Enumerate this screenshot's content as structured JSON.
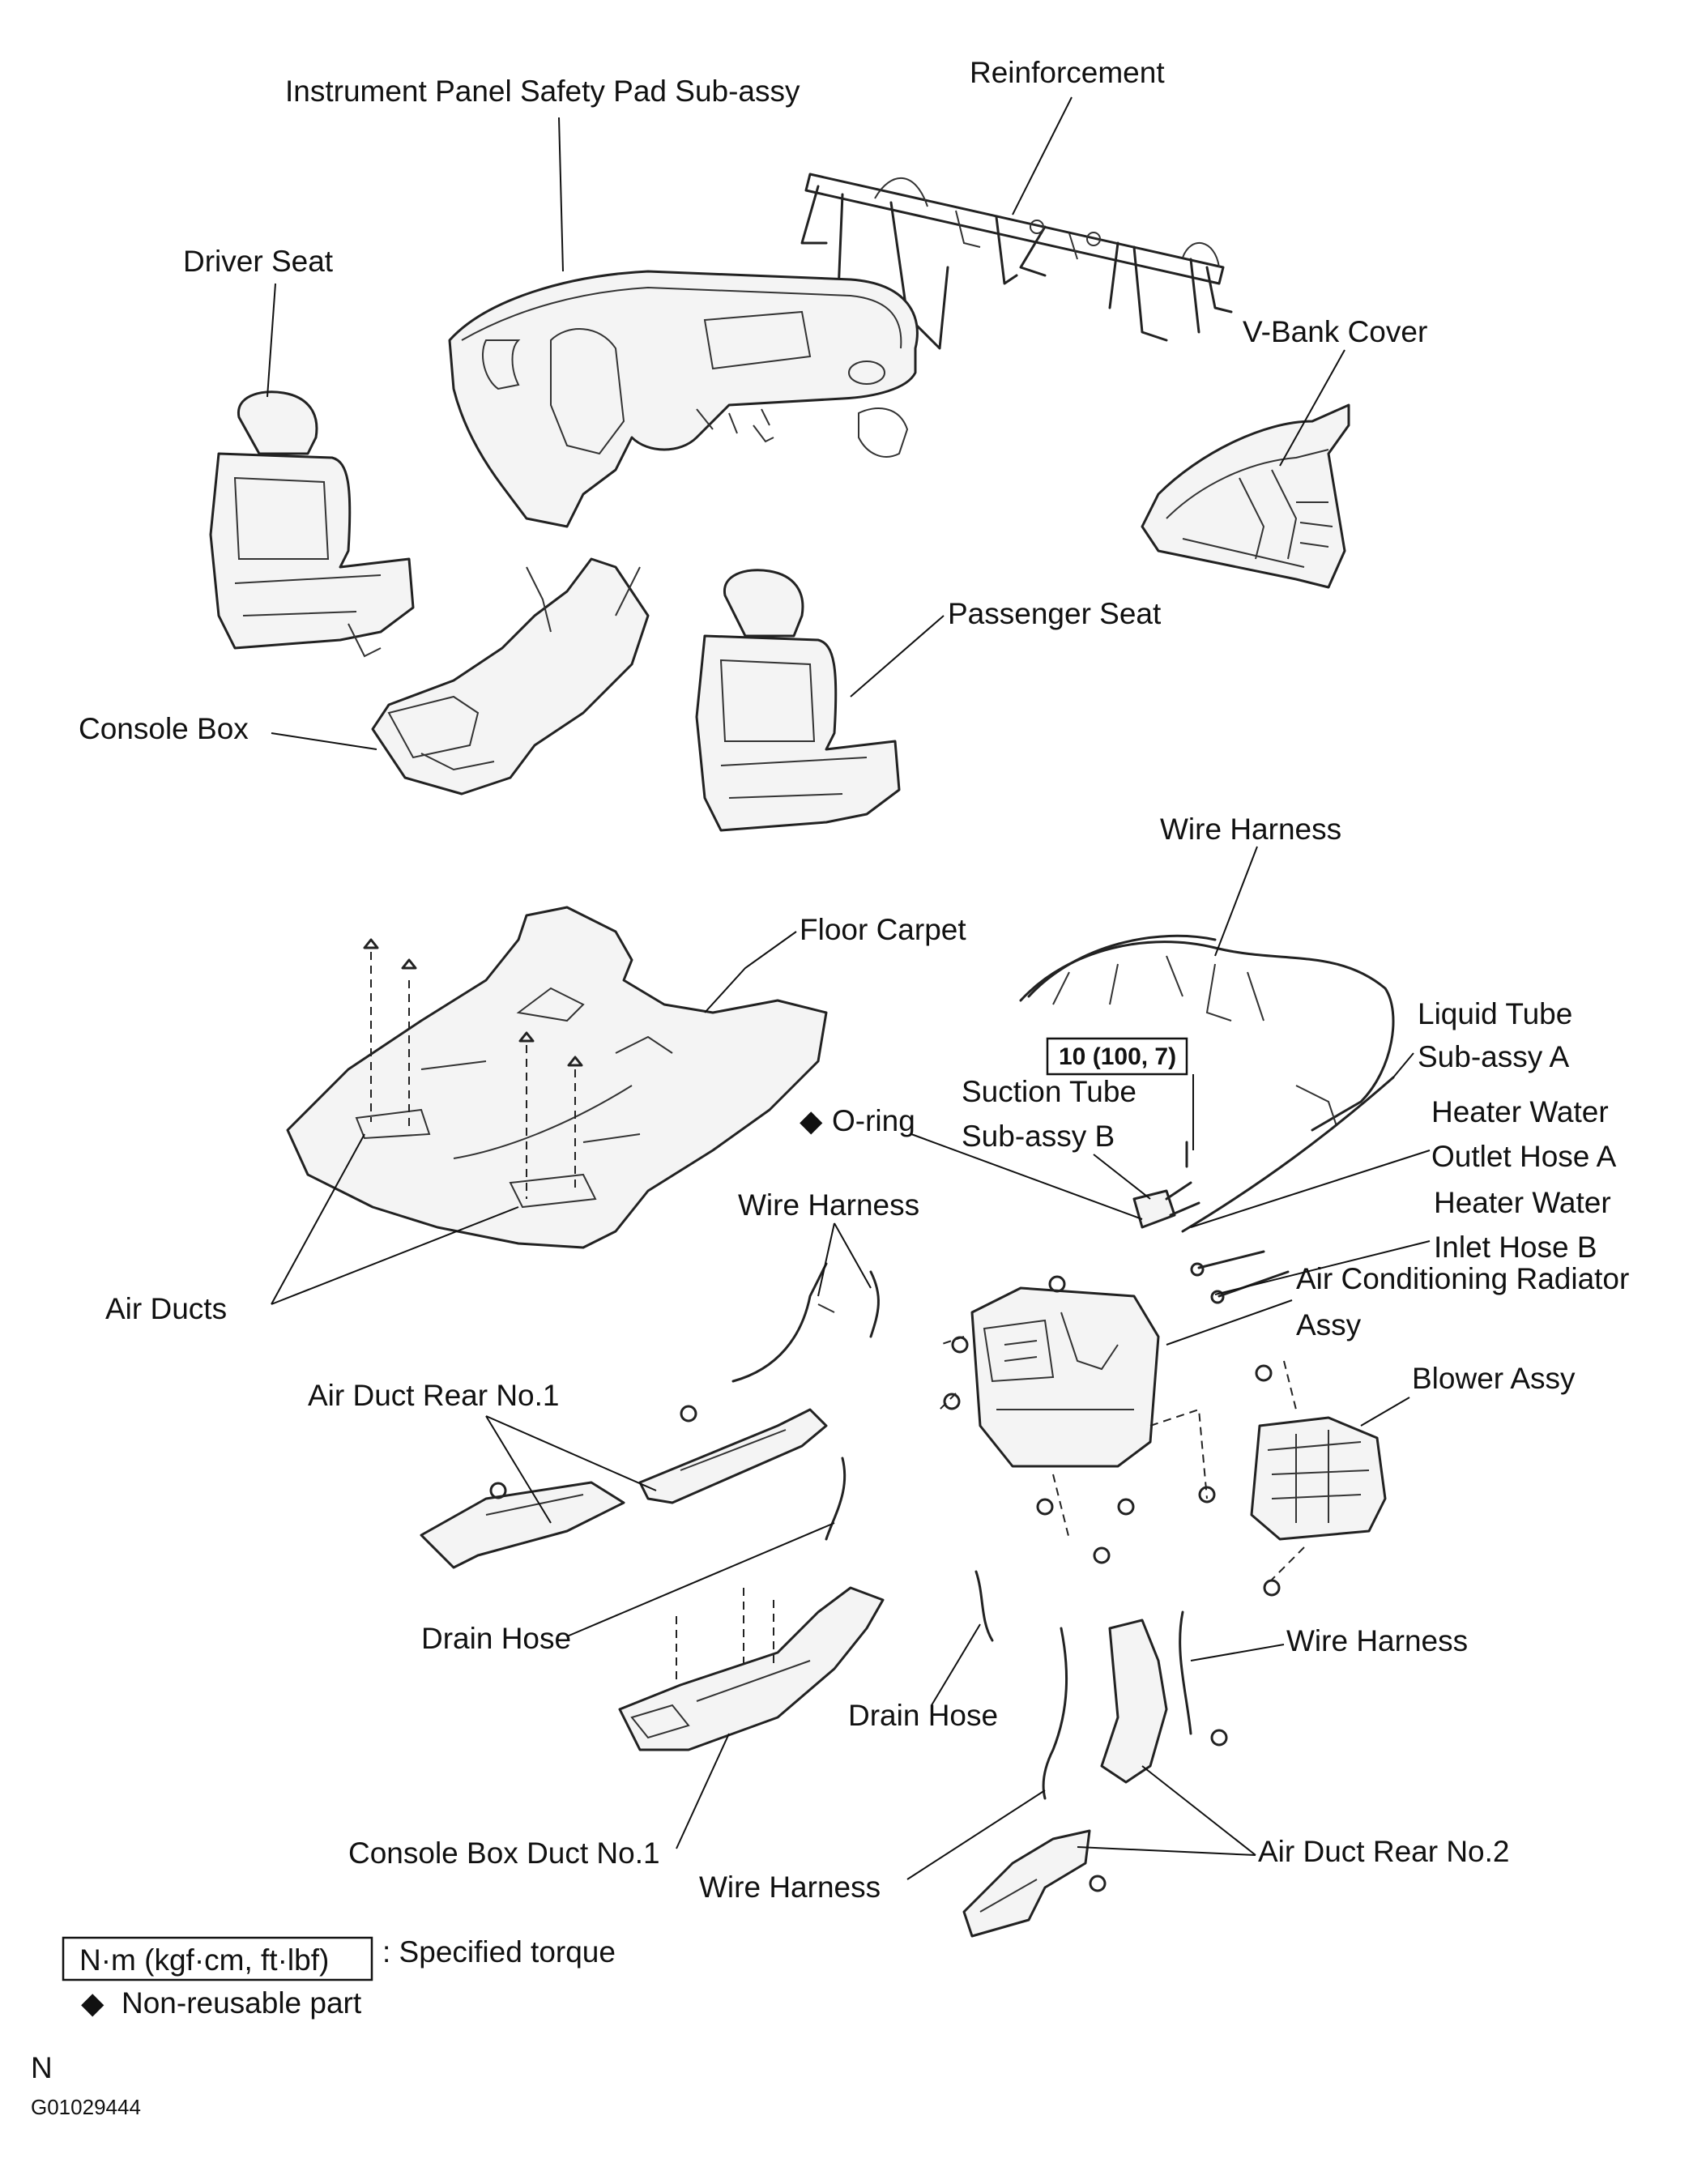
{
  "labels": {
    "safety_pad": "Instrument Panel Safety Pad Sub-assy",
    "reinforcement": "Reinforcement",
    "driver_seat": "Driver Seat",
    "v_bank_cover": "V-Bank Cover",
    "passenger_seat": "Passenger Seat",
    "console_box": "Console Box",
    "wire_harness_top": "Wire Harness",
    "floor_carpet": "Floor Carpet",
    "liquid_tube_1": "Liquid Tube",
    "liquid_tube_2": "Sub-assy A",
    "torque_value": "10 (100, 7)",
    "suction_tube_1": "Suction Tube",
    "suction_tube_2": "Sub-assy B",
    "o_ring": "O-ring",
    "heater_outlet_1": "Heater Water",
    "heater_outlet_2": "Outlet Hose A",
    "heater_inlet_1": "Heater Water",
    "heater_inlet_2": "Inlet Hose B",
    "wire_harness_mid": "Wire Harness",
    "ac_radiator_1": "Air Conditioning Radiator",
    "ac_radiator_2": "Assy",
    "air_ducts": "Air Ducts",
    "blower_assy": "Blower Assy",
    "air_duct_rear_1": "Air Duct Rear No.1",
    "drain_hose_left": "Drain Hose",
    "wire_harness_right": "Wire Harness",
    "drain_hose_center": "Drain Hose",
    "console_box_duct": "Console Box Duct No.1",
    "air_duct_rear_2": "Air Duct Rear No.2",
    "wire_harness_bottom": "Wire Harness"
  },
  "legend": {
    "torque_unit": "N·m (kgf·cm, ft·lbf)",
    "torque_desc": ": Specified torque",
    "nonreusable_symbol": "◆",
    "nonreusable_desc": "Non-reusable part"
  },
  "footer": {
    "orientation": "N",
    "figure_code": "G01029444"
  }
}
